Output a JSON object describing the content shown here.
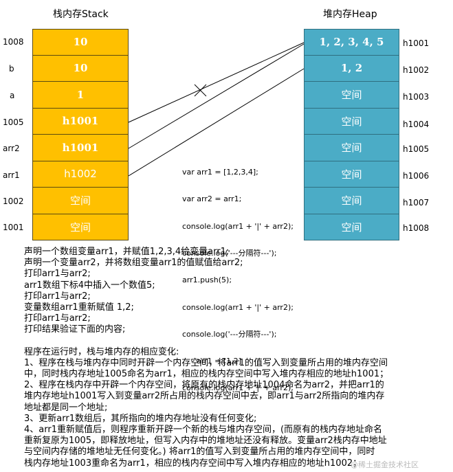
{
  "stack": {
    "title": "栈内存Stack",
    "cells": [
      {
        "label": "1008",
        "value": "10"
      },
      {
        "label": "b",
        "value": "10"
      },
      {
        "label": "a",
        "value": "1"
      },
      {
        "label": "1005",
        "value": "h1001"
      },
      {
        "label": "arr2",
        "value": "h1001"
      },
      {
        "label": "arr1",
        "value": "h1002"
      },
      {
        "label": "1002",
        "value": "空间"
      },
      {
        "label": "1001",
        "value": "空间"
      }
    ]
  },
  "heap": {
    "title": "堆内存Heap",
    "cells": [
      {
        "label": "h1001",
        "value": "1, 2, 3, 4, 5"
      },
      {
        "label": "h1002",
        "value": "1, 2"
      },
      {
        "label": "h1003",
        "value": "空间"
      },
      {
        "label": "h1004",
        "value": "空间"
      },
      {
        "label": "h1005",
        "value": "空间"
      },
      {
        "label": "h1006",
        "value": "空间"
      },
      {
        "label": "h1007",
        "value": "空间"
      },
      {
        "label": "h1008",
        "value": "空间"
      }
    ]
  },
  "code": {
    "lines": [
      "var arr1 = [1,2,3,4];",
      "var arr2 = arr1;",
      "console.log(arr1 + '|' + arr2);",
      "console.log('---分隔符---');",
      "arr1.push(5);",
      "console.log(arr1 + '|' + arr2);",
      "console.log('---分隔符---');",
      "      arr1 = [1,2]",
      "console.log(arr1 + '|' + arr2);"
    ]
  },
  "description": {
    "intro": [
      "声明一个数组变量arr1，并赋值1,2,3,4给变量arr1;",
      "声明一个变量arr2，并将数组变量arr1的值赋值给arr2;",
      "打印arr1与arr2;",
      "arr1数组下标4中插入一个数值5;",
      "打印arr1与arr2;",
      "变量数组arr1重新赋值 1,2;",
      "打印arr1与arr2;",
      "打印结果验证下面的内容;"
    ],
    "steps": [
      "程序在运行时，栈与堆内存的相应变化:",
      "1、程序在栈与堆内存中同时开辟一个内存空间，将arr1的值写入到变量所占用的堆内存空间",
      "中，同时栈内存地址1005命名为arr1，相应的栈内存空间中写入堆内存相应的地址h1001；",
      "2、程序在栈内存中开辟一个内存空间，将原有的栈内存地址1004命名为arr2，并把arr1的",
      "堆内存地址h1001写入到变量arr2所占用的栈内存空间中去，即arr1与arr2所指向的堆内存",
      "地址都是同一个地址;",
      "3、更新arr1数组后，其所指向的堆内存地址没有任何变化;",
      "4、arr1重新赋值后，则程序重新开辟一个新的栈与堆内存空间，(而原有的栈内存地址命名",
      "重新复原为1005，即释放地址，但写入内存中的堆地址还没有释放。变量arr2栈内存中地址",
      "与空间内存储的堆地址无任何变化。) 将arr1的值写入到变量所占用的堆内存空间中，同时",
      "栈内存地址1003重命名为arr1，相应的栈内存空间中写入堆内存相应的地址h1002；"
    ]
  },
  "watermark": "@稀土掘金技术社区",
  "colors": {
    "stack_fill": "#ffc000",
    "heap_fill": "#4bacc6",
    "line": "#000000"
  }
}
